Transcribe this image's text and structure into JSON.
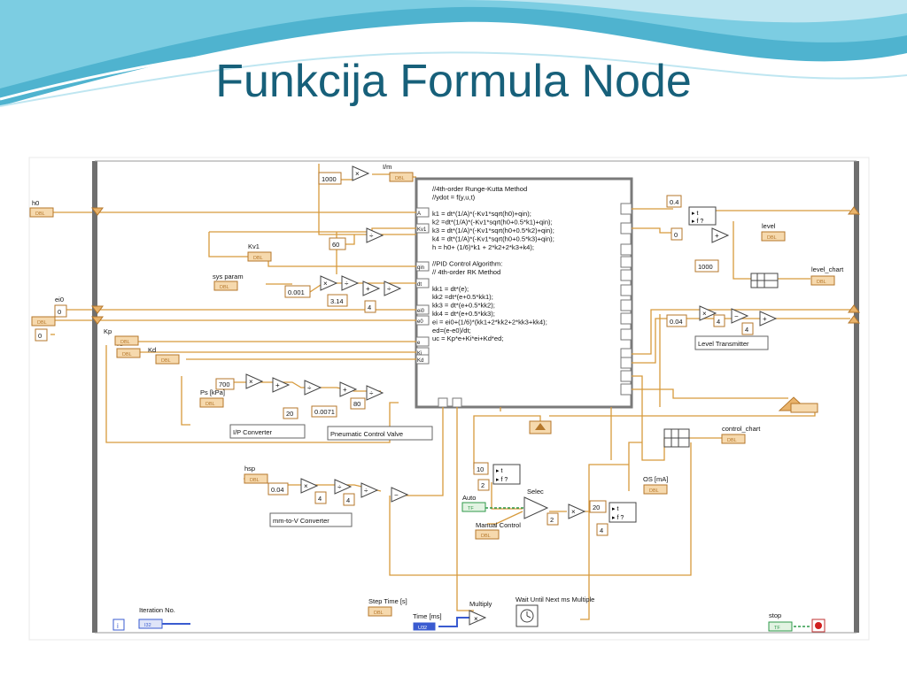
{
  "slide": {
    "title": "Funkcija Formula Node",
    "colors": {
      "title": "#17607a",
      "wave_dark": "#4fb3cf",
      "wave_light": "#bfe6f1",
      "wire": "#d79a3c",
      "wire_blue": "#3a5bd0",
      "wire_green": "#2f9a4a",
      "terminal": "#e9b36b"
    }
  },
  "diagram": {
    "formula_code": [
      "//4th-order Runge-Kutta Method",
      "//ydot = f(y,u,t)",
      "",
      "k1 = dt*(1/A)*(-Kv1*sqrt(h0)+qin);",
      "k2 =dt*(1/A)*(-Kv1*sqrt(h0+0.5*k1)+qin);",
      "k3 = dt*(1/A)*(-Kv1*sqrt(h0+0.5*k2)+qin);",
      "k4 = dt*(1/A)*(-Kv1*sqrt(h0+0.5*k3)+qin);",
      "h = h0+ (1/6)*k1 + 2*k2+2*k3+k4);",
      "",
      "//PID Control Algorithm:",
      "// 4th-order RK Method",
      "",
      "kk1 = dt*(e);",
      "kk2 =dt*(e+0.5*kk1);",
      "kk3 = dt*(e+0.5*kk2);",
      "kk4 = dt*(e+0.5*kk3);",
      "ei = ei0+(1/6)*(kk1+2*kk2+2*kk3+kk4);",
      "ed=(e-e0)/dt;",
      "uc = Kp*e+Ki*ei+Kd*ed;"
    ],
    "labels": {
      "h0": "h0",
      "i_m": "I/m",
      "kv1": "Kv1",
      "sys_param": "sys param",
      "ei0": "ei0",
      "e0": "e0",
      "kp": "Kp",
      "ki": "Ki",
      "kd": "Kd",
      "ps": "Ps [kPa]",
      "ip_converter": "I/P Converter",
      "pneumatic": "Pneumatic Control Valve",
      "hsp": "hsp",
      "mm_to_v": "mm-to-V Converter",
      "auto": "Auto",
      "select": "Selec",
      "manual_control": "Manual Control",
      "os_ma": "OS [mA]",
      "level": "level",
      "level_chart": "level_chart",
      "level_transmitter": "Level Transmitter",
      "control_chart": "control_chart",
      "iteration": "Iteration No.",
      "step_time": "Step Time [s]",
      "time_ms": "Time [ms]",
      "multiply": "Multiply",
      "wait": "Wait Until Next ms Multiple",
      "stop": "stop"
    },
    "constants": {
      "c1000a": "1000",
      "c60": "60",
      "c0001": "0.001",
      "c314": "3.14",
      "c4a": "4",
      "c04": "0.4",
      "c0": "0",
      "c1000b": "1000",
      "c004a": "0.04",
      "c4b": "4",
      "c4c": "4",
      "c700": "700",
      "c20a": "20",
      "c00071": "0.0071",
      "c80": "80",
      "c004b": "0.04",
      "c4d": "4",
      "c4e": "4",
      "c10": "10",
      "c2a": "2",
      "c2b": "2",
      "c20b": "20",
      "c4f": "4",
      "ctrl_ei0": "0",
      "ctrl_e0": "0",
      "dbl": "DBL",
      "tf": "TF",
      "i32": "I32",
      "u32": "U32",
      "iter": "i"
    },
    "formula_inputs": [
      "A",
      "Kv1",
      "qin",
      "dt",
      "ei0",
      "e0",
      "e",
      "Ki",
      "Kd"
    ]
  }
}
